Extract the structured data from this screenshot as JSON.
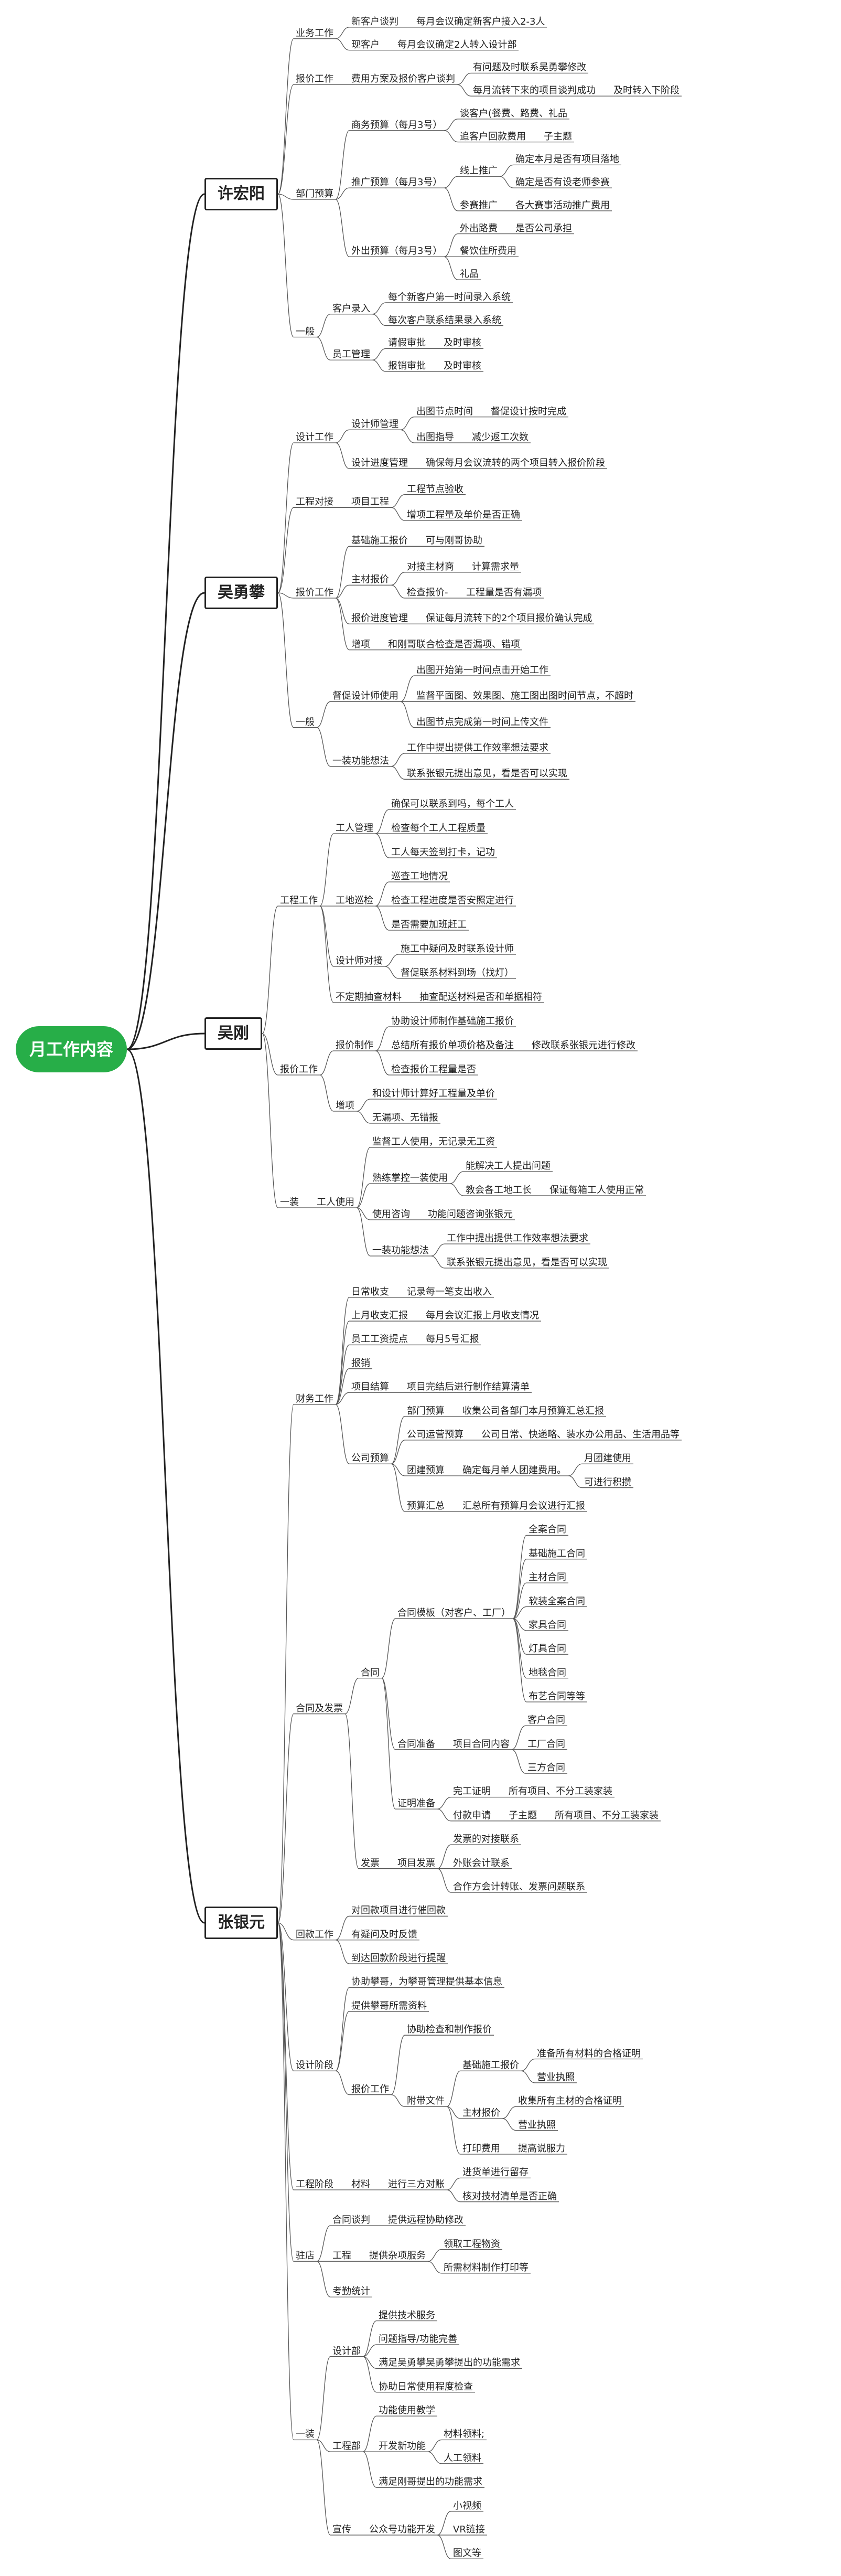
{
  "root": "月工作内容",
  "branches": [
    {
      "id": "b1",
      "label": "许宏阳",
      "children": [
        {
          "label": "业务工作",
          "children": [
            {
              "label": "新客户谈判",
              "children": [
                {
                  "label": "每月会议确定新客户接入2-3人"
                }
              ]
            },
            {
              "label": "现客户",
              "children": [
                {
                  "label": "每月会议确定2人转入设计部"
                }
              ]
            }
          ]
        },
        {
          "label": "报价工作",
          "children": [
            {
              "label": "费用方案及报价客户谈判",
              "children": [
                {
                  "label": "有问题及时联系吴勇攀修改"
                },
                {
                  "label": "每月流转下来的项目谈判成功",
                  "children": [
                    {
                      "label": "及时转入下阶段"
                    }
                  ]
                }
              ]
            }
          ]
        },
        {
          "label": "部门预算",
          "children": [
            {
              "label": "商务预算（每月3号）",
              "children": [
                {
                  "label": "谈客户(餐费、路费、礼品"
                },
                {
                  "label": "追客户回款费用",
                  "children": [
                    {
                      "label": "子主题"
                    }
                  ]
                }
              ]
            },
            {
              "label": "推广预算（每月3号）",
              "children": [
                {
                  "label": "线上推广",
                  "children": [
                    {
                      "label": "确定本月是否有项目落地"
                    },
                    {
                      "label": "确定是否有设老师参赛"
                    }
                  ]
                },
                {
                  "label": "参赛推广",
                  "children": [
                    {
                      "label": "各大赛事活动推广费用"
                    }
                  ]
                }
              ]
            },
            {
              "label": "外出预算（每月3号）",
              "children": [
                {
                  "label": "外出路费",
                  "children": [
                    {
                      "label": "是否公司承担"
                    }
                  ]
                },
                {
                  "label": "餐饮住所费用"
                },
                {
                  "label": "礼品"
                }
              ]
            }
          ]
        },
        {
          "label": "一般",
          "children": [
            {
              "label": "客户录入",
              "children": [
                {
                  "label": "每个新客户第一时间录入系统"
                },
                {
                  "label": "每次客户联系结果录入系统"
                }
              ]
            },
            {
              "label": "员工管理",
              "children": [
                {
                  "label": "请假审批",
                  "children": [
                    {
                      "label": "及时审核"
                    }
                  ]
                },
                {
                  "label": "报销审批",
                  "children": [
                    {
                      "label": "及时审核"
                    }
                  ]
                }
              ]
            }
          ]
        }
      ]
    },
    {
      "id": "b2",
      "label": "吴勇攀",
      "children": [
        {
          "label": "设计工作",
          "children": [
            {
              "label": "设计师管理",
              "children": [
                {
                  "label": "出图节点时间",
                  "children": [
                    {
                      "label": "督促设计按时完成"
                    }
                  ]
                },
                {
                  "label": "出图指导",
                  "children": [
                    {
                      "label": "减少返工次数"
                    }
                  ]
                }
              ]
            },
            {
              "label": "设计进度管理",
              "children": [
                {
                  "label": "确保每月会议流转的两个项目转入报价阶段"
                }
              ]
            }
          ]
        },
        {
          "label": "工程对接",
          "children": [
            {
              "label": "项目工程",
              "children": [
                {
                  "label": "工程节点验收"
                },
                {
                  "label": "增项工程量及单价是否正确"
                }
              ]
            }
          ]
        },
        {
          "label": "报价工作",
          "children": [
            {
              "label": "基础施工报价",
              "children": [
                {
                  "label": "可与刚哥协助"
                }
              ]
            },
            {
              "label": "主材报价",
              "children": [
                {
                  "label": "对接主材商",
                  "children": [
                    {
                      "label": "计算需求量"
                    }
                  ]
                },
                {
                  "label": "检查报价-",
                  "children": [
                    {
                      "label": "工程量是否有漏项"
                    }
                  ]
                }
              ]
            },
            {
              "label": "报价进度管理",
              "children": [
                {
                  "label": "保证每月流转下的2个项目报价确认完成"
                }
              ]
            },
            {
              "label": "增项",
              "children": [
                {
                  "label": "和刚哥联合检查是否漏项、错项"
                }
              ]
            }
          ]
        },
        {
          "label": "一般",
          "children": [
            {
              "label": "督促设计师使用",
              "children": [
                {
                  "label": "出图开始第一时间点击开始工作"
                },
                {
                  "label": "监督平面图、效果图、施工图出图时间节点，不超时"
                },
                {
                  "label": "出图节点完成第一时间上传文件"
                }
              ]
            },
            {
              "label": "一装功能想法",
              "children": [
                {
                  "label": "工作中提出提供工作效率想法要求"
                },
                {
                  "label": "联系张银元提出意见，看是否可以实现"
                }
              ]
            }
          ]
        }
      ]
    },
    {
      "id": "b3",
      "label": "吴刚",
      "children": [
        {
          "label": "工程工作",
          "children": [
            {
              "label": "工人管理",
              "children": [
                {
                  "label": "确保可以联系到吗，每个工人"
                },
                {
                  "label": "检查每个工人工程质量"
                },
                {
                  "label": "工人每天签到打卡，记功"
                }
              ]
            },
            {
              "label": "工地巡检",
              "children": [
                {
                  "label": "巡查工地情况"
                },
                {
                  "label": "检查工程进度是否安照定进行"
                },
                {
                  "label": "是否需要加班赶工"
                }
              ]
            },
            {
              "label": "设计师对接",
              "children": [
                {
                  "label": "施工中疑问及时联系设计师"
                },
                {
                  "label": "督促联系材料到场（找灯）"
                }
              ]
            },
            {
              "label": "不定期抽查材料",
              "children": [
                {
                  "label": "抽查配送材料是否和单据相符"
                }
              ]
            }
          ]
        },
        {
          "label": "报价工作",
          "children": [
            {
              "label": "报价制作",
              "children": [
                {
                  "label": "协助设计师制作基础施工报价"
                },
                {
                  "label": "总结所有报价单项价格及备注",
                  "children": [
                    {
                      "label": "修改联系张银元进行修改"
                    }
                  ]
                },
                {
                  "label": "检查报价工程量是否"
                }
              ]
            },
            {
              "label": "增项",
              "children": [
                {
                  "label": "和设计师计算好工程量及单价"
                },
                {
                  "label": "无漏项、无错报"
                }
              ]
            }
          ]
        },
        {
          "label": "一装",
          "children": [
            {
              "label": "工人使用",
              "children": [
                {
                  "label": "监督工人使用，无记录无工资"
                },
                {
                  "label": "熟练掌控一装使用",
                  "children": [
                    {
                      "label": "能解决工人提出问题"
                    },
                    {
                      "label": "教会各工地工长",
                      "children": [
                        {
                          "label": "保证每箱工人使用正常"
                        }
                      ]
                    }
                  ]
                },
                {
                  "label": "使用咨询",
                  "children": [
                    {
                      "label": "功能问题咨询张银元"
                    }
                  ]
                },
                {
                  "label": "一装功能想法",
                  "children": [
                    {
                      "label": "工作中提出提供工作效率想法要求"
                    },
                    {
                      "label": "联系张银元提出意见，看是否可以实现"
                    }
                  ]
                }
              ]
            }
          ]
        }
      ]
    },
    {
      "id": "b4",
      "label": "张银元",
      "children": [
        {
          "label": "财务工作",
          "children": [
            {
              "label": "日常收支",
              "children": [
                {
                  "label": "记录每一笔支出收入"
                }
              ]
            },
            {
              "label": "上月收支汇报",
              "children": [
                {
                  "label": "每月会议汇报上月收支情况"
                }
              ]
            },
            {
              "label": "员工工资提点",
              "children": [
                {
                  "label": "每月5号汇报"
                }
              ]
            },
            {
              "label": "报销"
            },
            {
              "label": "项目结算",
              "children": [
                {
                  "label": "项目完结后进行制作结算清单"
                }
              ]
            },
            {
              "label": "公司预算",
              "children": [
                {
                  "label": "部门预算",
                  "children": [
                    {
                      "label": "收集公司各部门本月预算汇总汇报"
                    }
                  ]
                },
                {
                  "label": "公司运营预算",
                  "children": [
                    {
                      "label": "公司日常、快递略、装水办公用品、生活用品等"
                    }
                  ]
                },
                {
                  "label": "团建预算",
                  "children": [
                    {
                      "label": "确定每月单人团建费用。",
                      "children": [
                        {
                          "label": "月团建使用"
                        },
                        {
                          "label": "可进行积攒"
                        }
                      ]
                    }
                  ]
                },
                {
                  "label": "预算汇总",
                  "children": [
                    {
                      "label": "汇总所有预算月会议进行汇报"
                    }
                  ]
                }
              ]
            }
          ]
        },
        {
          "label": "合同及发票",
          "children": [
            {
              "label": "合同",
              "children": [
                {
                  "label": "合同模板（对客户、工厂）",
                  "children": [
                    {
                      "label": "全案合同"
                    },
                    {
                      "label": "基础施工合同"
                    },
                    {
                      "label": "主材合同"
                    },
                    {
                      "label": "软装全案合同"
                    },
                    {
                      "label": "家具合同"
                    },
                    {
                      "label": "灯具合同"
                    },
                    {
                      "label": "地毯合同"
                    },
                    {
                      "label": "布艺合同等等"
                    }
                  ]
                },
                {
                  "label": "合同准备",
                  "children": [
                    {
                      "label": "项目合同内容",
                      "children": [
                        {
                          "label": "客户合同"
                        },
                        {
                          "label": "工厂合同"
                        },
                        {
                          "label": "三方合同"
                        }
                      ]
                    }
                  ]
                },
                {
                  "label": "证明准备",
                  "children": [
                    {
                      "label": "完工证明",
                      "children": [
                        {
                          "label": "所有项目、不分工装家装"
                        }
                      ]
                    },
                    {
                      "label": "付款申请",
                      "children": [
                        {
                          "label": "子主题",
                          "children": [
                            {
                              "label": "所有项目、不分工装家装"
                            }
                          ]
                        }
                      ]
                    }
                  ]
                }
              ]
            },
            {
              "label": "发票",
              "children": [
                {
                  "label": "项目发票",
                  "children": [
                    {
                      "label": "发票的对接联系"
                    },
                    {
                      "label": "外账会计联系"
                    },
                    {
                      "label": "合作方会计转账、发票问题联系"
                    }
                  ]
                }
              ]
            }
          ]
        },
        {
          "label": "回款工作",
          "children": [
            {
              "label": "对回款项目进行催回款"
            },
            {
              "label": "有疑问及时反馈"
            },
            {
              "label": "到达回款阶段进行提醒"
            }
          ]
        },
        {
          "label": "设计阶段",
          "children": [
            {
              "label": "协助攀哥，为攀哥管理提供基本信息"
            },
            {
              "label": "提供攀哥所需资料"
            },
            {
              "label": "报价工作",
              "children": [
                {
                  "label": "协助检查和制作报价"
                },
                {
                  "label": "附带文件",
                  "children": [
                    {
                      "label": "基础施工报价",
                      "children": [
                        {
                          "label": "准备所有材料的合格证明"
                        },
                        {
                          "label": "营业执照"
                        }
                      ]
                    },
                    {
                      "label": "主材报价",
                      "children": [
                        {
                          "label": "收集所有主材的合格证明"
                        },
                        {
                          "label": "营业执照"
                        }
                      ]
                    },
                    {
                      "label": "打印费用",
                      "children": [
                        {
                          "label": "提高说服力"
                        }
                      ]
                    }
                  ]
                }
              ]
            }
          ]
        },
        {
          "label": "工程阶段",
          "children": [
            {
              "label": "材料",
              "children": [
                {
                  "label": "进行三方对账",
                  "children": [
                    {
                      "label": "进货单进行留存"
                    },
                    {
                      "label": "核对技材清单是否正确"
                    }
                  ]
                }
              ]
            }
          ]
        },
        {
          "label": "驻店",
          "children": [
            {
              "label": "合同谈判",
              "children": [
                {
                  "label": "提供远程协助修改"
                }
              ]
            },
            {
              "label": "工程",
              "children": [
                {
                  "label": "提供杂项服务",
                  "children": [
                    {
                      "label": "领取工程物资"
                    },
                    {
                      "label": "所需材料制作打印等"
                    }
                  ]
                }
              ]
            },
            {
              "label": "考勤统计"
            }
          ]
        },
        {
          "label": "一装",
          "children": [
            {
              "label": "设计部",
              "children": [
                {
                  "label": "提供技术服务"
                },
                {
                  "label": "问题指导/功能完善"
                },
                {
                  "label": "满足吴勇攀吴勇攀提出的功能需求"
                },
                {
                  "label": "协助日常使用程度检查"
                }
              ]
            },
            {
              "label": "工程部",
              "children": [
                {
                  "label": "功能使用教学"
                },
                {
                  "label": "开发新功能",
                  "children": [
                    {
                      "label": "材料领料;"
                    },
                    {
                      "label": "人工领料"
                    }
                  ]
                },
                {
                  "label": "满足刚哥提出的功能需求"
                }
              ]
            },
            {
              "label": "宣传",
              "children": [
                {
                  "label": "公众号功能开发",
                  "children": [
                    {
                      "label": "小视频"
                    },
                    {
                      "label": "VR链接"
                    },
                    {
                      "label": "图文等"
                    }
                  ]
                }
              ]
            }
          ]
        }
      ]
    }
  ]
}
